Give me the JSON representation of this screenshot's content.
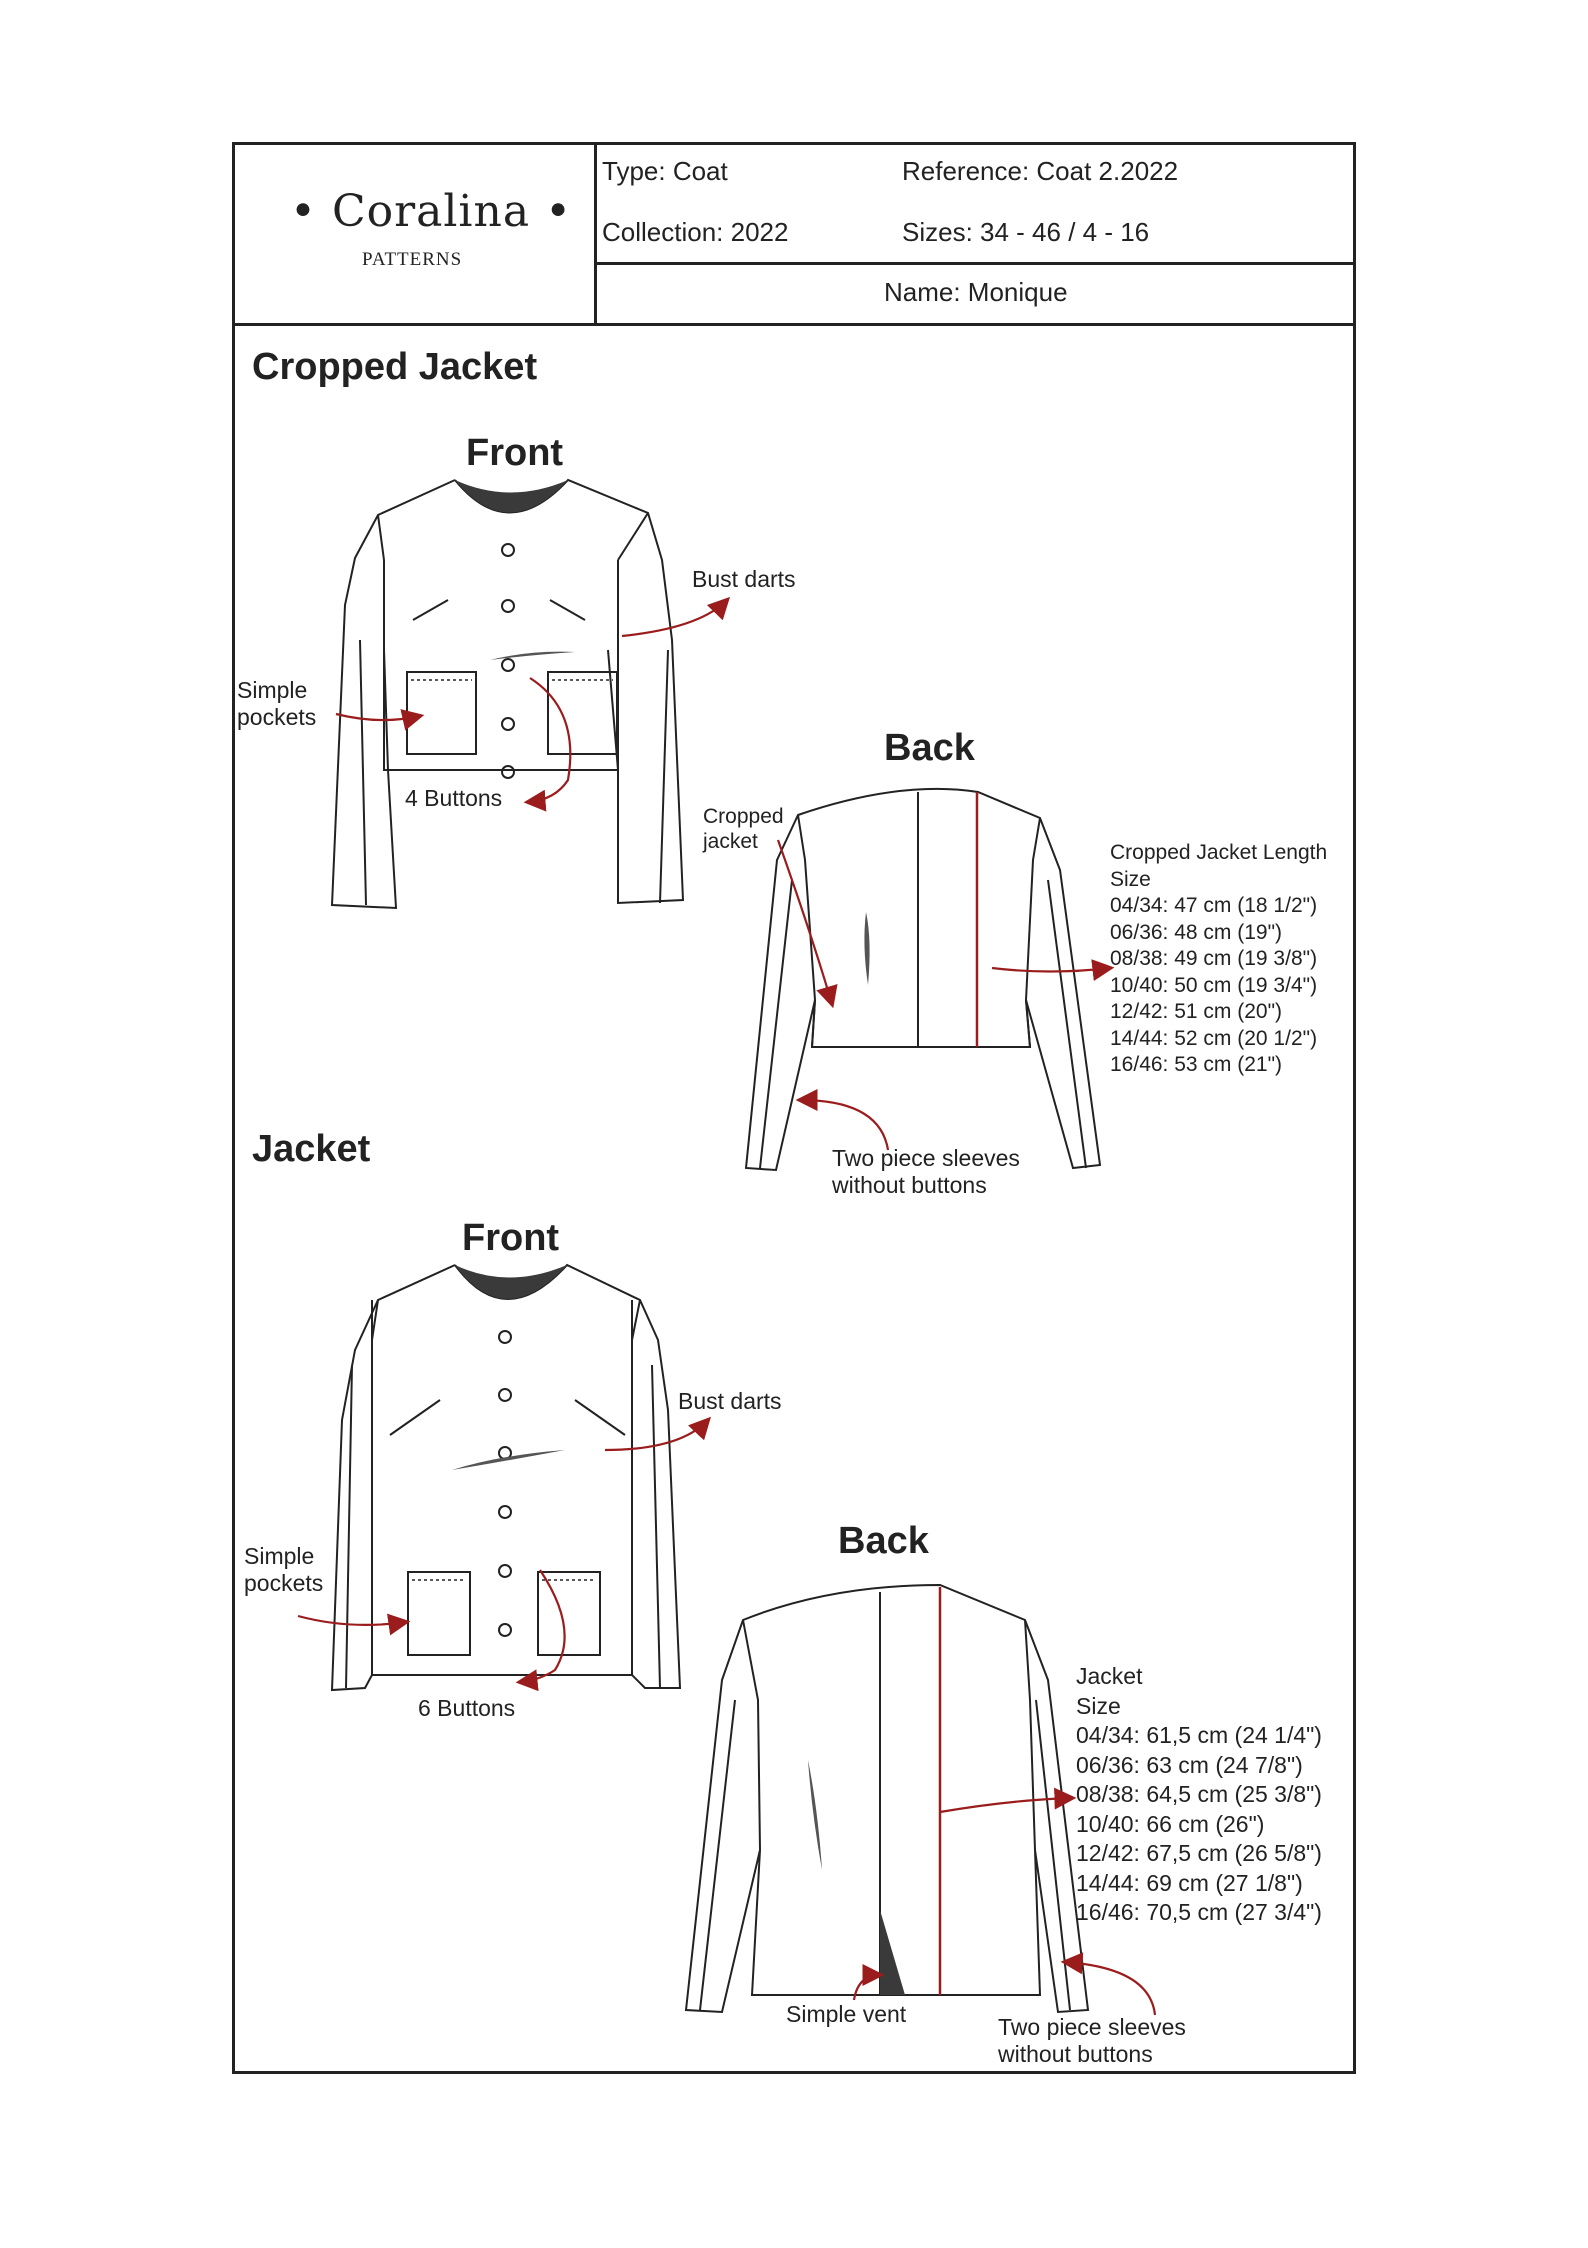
{
  "header": {
    "brand": "• Coralina •",
    "brand_sub": "PATTERNS",
    "type": "Type: Coat",
    "reference": "Reference: Coat 2.2022",
    "collection": "Collection: 2022",
    "sizes": "Sizes: 34 - 46 / 4 - 16",
    "name": "Name: Monique"
  },
  "cropped": {
    "title": "Cropped Jacket",
    "front_label": "Front",
    "back_label": "Back",
    "bust_darts": "Bust darts",
    "pockets_line1": "Simple",
    "pockets_line2": "pockets",
    "buttons": "4 Buttons",
    "cropped_line1": "Cropped",
    "cropped_line2": "jacket",
    "sleeves_line1": "Two piece sleeves",
    "sleeves_line2": "without buttons",
    "length_title": "Cropped Jacket Length",
    "size_label": "Size",
    "sizes": [
      "04/34: 47 cm (18 1/2\")",
      "06/36: 48 cm (19\")",
      "08/38: 49 cm (19 3/8\")",
      "10/40: 50 cm (19 3/4\")",
      "12/42: 51 cm (20\")",
      "14/44: 52 cm (20 1/2\")",
      "16/46: 53 cm (21\")"
    ]
  },
  "jacket": {
    "title": "Jacket",
    "front_label": "Front",
    "back_label": "Back",
    "bust_darts": "Bust darts",
    "pockets_line1": "Simple",
    "pockets_line2": "pockets",
    "buttons": "6 Buttons",
    "vent": "Simple vent",
    "sleeves_line1": "Two piece sleeves",
    "sleeves_line2": "without buttons",
    "length_title": "Jacket",
    "size_label": "Size",
    "sizes": [
      "04/34: 61,5 cm (24 1/4\")",
      "06/36: 63 cm (24 7/8\")",
      "08/38: 64,5 cm (25 3/8\")",
      "10/40: 66 cm (26\")",
      "12/42: 67,5 cm (26 5/8\")",
      "14/44: 69 cm (27 1/8\")",
      "16/46: 70,5 cm (27 3/4\")"
    ]
  },
  "colors": {
    "ink": "#222222",
    "annotation_arrow": "#9b1c1c",
    "neckline_fill": "#3a3a3a"
  }
}
